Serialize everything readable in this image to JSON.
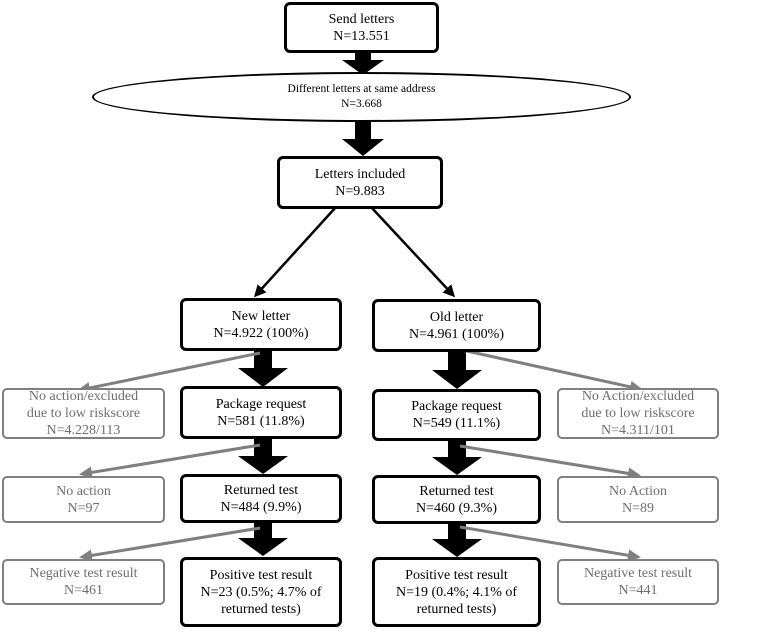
{
  "nodes": {
    "send_letters": {
      "line1": "Send letters",
      "line2": "N=13.551"
    },
    "different_address": {
      "line1": "Different letters at same address",
      "line2": "N=3.668"
    },
    "letters_included": {
      "line1": "Letters included",
      "line2": "N=9.883"
    },
    "new_letter": {
      "line1": "New letter",
      "line2": "N=4.922 (100%)"
    },
    "old_letter": {
      "line1": "Old letter",
      "line2": "N=4.961 (100%)"
    },
    "new_package": {
      "line1": "Package request",
      "line2": "N=581 (11.8%)"
    },
    "old_package": {
      "line1": "Package request",
      "line2": "N=549 (11.1%)"
    },
    "new_returned": {
      "line1": "Returned test",
      "line2": "N=484 (9.9%)"
    },
    "old_returned": {
      "line1": "Returned test",
      "line2": "N=460 (9.3%)"
    },
    "new_positive": {
      "line1": "Positive test result",
      "line2": "N=23 (0.5%; 4.7% of",
      "line3": "returned tests)"
    },
    "old_positive": {
      "line1": "Positive test result",
      "line2": "N=19 (0.4%; 4.1% of",
      "line3": "returned tests)"
    },
    "new_no_action_excluded": {
      "line1": "No action/excluded",
      "line2": "due to low riskscore",
      "line3": "N=4.228/113"
    },
    "old_no_action_excluded": {
      "line1": "No Action/excluded",
      "line2": "due to low riskscore",
      "line3": "N=4.311/101"
    },
    "new_no_action": {
      "line1": "No action",
      "line2": "N=97"
    },
    "old_no_action": {
      "line1": "No Action",
      "line2": "N=89"
    },
    "new_negative": {
      "line1": "Negative test result",
      "line2": "N=461"
    },
    "old_negative": {
      "line1": "Negative test result",
      "line2": "N=441"
    }
  },
  "colors": {
    "main_border": "#000000",
    "side_border": "#7f7f7f",
    "side_text": "#6e6e6e"
  }
}
